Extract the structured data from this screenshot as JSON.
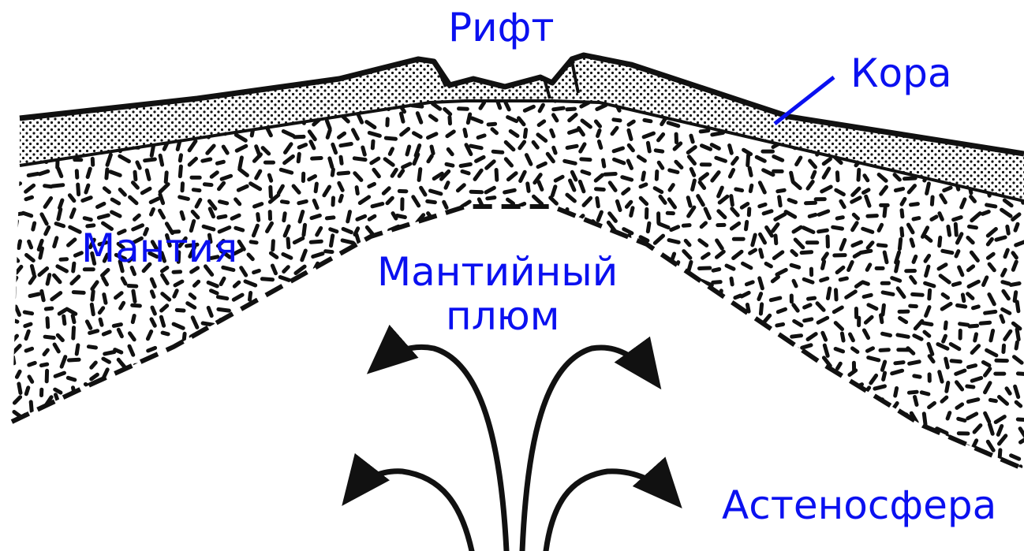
{
  "labels": {
    "rift": "Рифт",
    "crust": "Кора",
    "mantle": "Мантия",
    "plume_line1": "Мантийный",
    "plume_line2": "плюм",
    "asthenosphere": "Астеносфера"
  },
  "colors": {
    "label": "#0a10f0",
    "ink": "#111111",
    "background": "#ffffff"
  }
}
